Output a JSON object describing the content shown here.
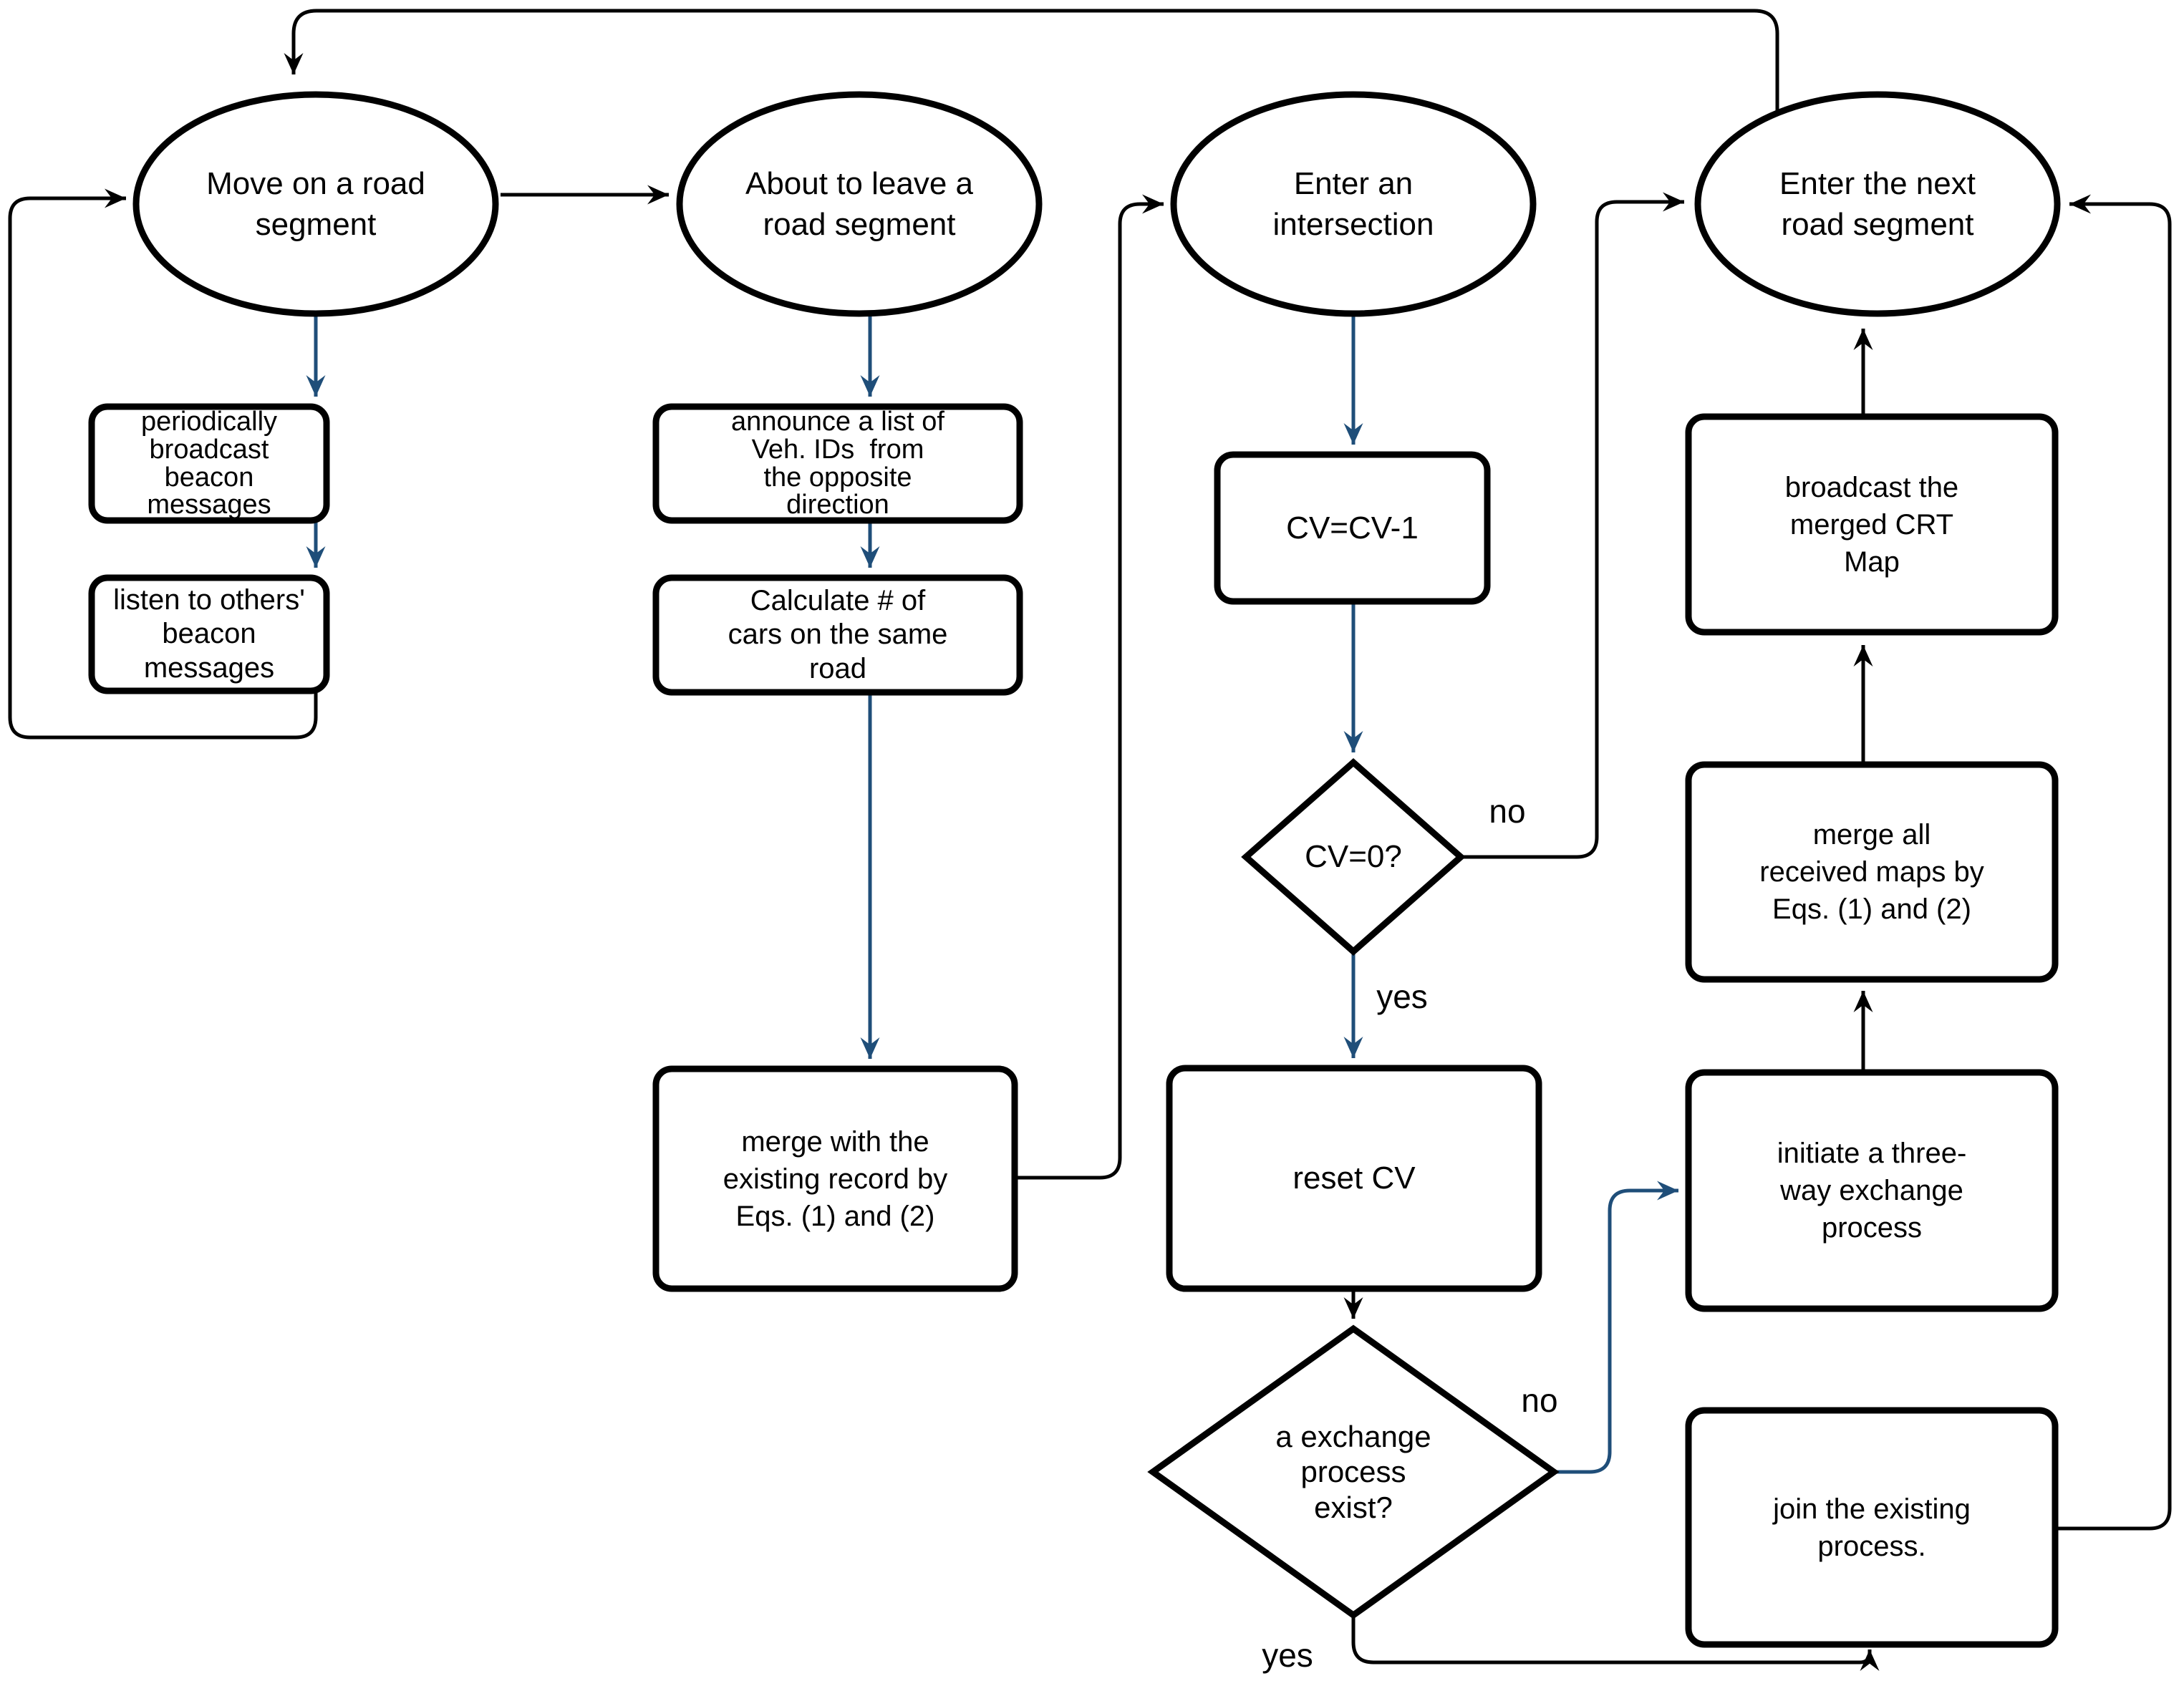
{
  "colors": {
    "accent_blue": "#1f4e79",
    "line_black": "#000000"
  },
  "nodes": {
    "move_on_road_segment": {
      "type": "ellipse",
      "label": "Move on a road\nsegment"
    },
    "about_to_leave": {
      "type": "ellipse",
      "label": "About to leave a\nroad segment"
    },
    "enter_intersection": {
      "type": "ellipse",
      "label": "Enter an\nintersection"
    },
    "enter_next_road": {
      "type": "ellipse",
      "label": "Enter the next\nroad segment"
    },
    "broadcast_beacons": {
      "type": "process",
      "label": "periodically\nbroadcast\nbeacon\nmessages"
    },
    "listen_beacons": {
      "type": "process",
      "label": "listen to others'\nbeacon\nmessages"
    },
    "announce_list": {
      "type": "process",
      "label": "announce a list of\nVeh. IDs  from\nthe opposite\ndirection"
    },
    "calculate_cars": {
      "type": "process",
      "label": "Calculate # of\ncars on the same\nroad"
    },
    "merge_existing": {
      "type": "process",
      "label": "merge with the\nexisting record by\nEqs. (1) and (2)"
    },
    "cv_decrement": {
      "type": "process",
      "label": "CV=CV-1"
    },
    "cv_zero": {
      "type": "decision",
      "label": "CV=0?"
    },
    "reset_cv": {
      "type": "process",
      "label": "reset CV"
    },
    "exchange_exists": {
      "type": "decision",
      "label": "a exchange\nprocess\nexist?"
    },
    "broadcast_crt": {
      "type": "process",
      "label": "broadcast the\nmerged CRT\nMap"
    },
    "merge_maps": {
      "type": "process",
      "label": "merge all\nreceived maps by\nEqs. (1) and (2)"
    },
    "initiate_exchange": {
      "type": "process",
      "label": "initiate a three-\nway exchange\nprocess"
    },
    "join_existing": {
      "type": "process",
      "label": "join the existing\nprocess."
    }
  },
  "edge_labels": {
    "cv_zero_no": "no",
    "cv_zero_yes": "yes",
    "exchange_no": "no",
    "exchange_yes": "yes"
  }
}
